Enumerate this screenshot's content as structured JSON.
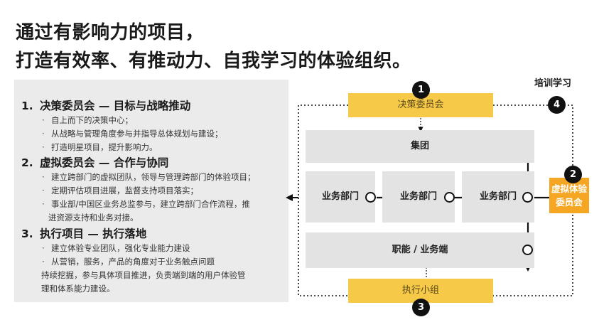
{
  "title": {
    "line1": "通过有影响力的项目，",
    "line2": "打造有效率、有推动力、自我学习的体验组织。"
  },
  "sections": [
    {
      "num": "1.",
      "heading": "决策委员会 — 目标与战略推动",
      "bullets": [
        "自上而下的决策中心；",
        "从战略与管理角度参与并指导总体规划与建设；",
        "打造明星项目，提升影响力。"
      ]
    },
    {
      "num": "2.",
      "heading": "虚拟委员会 — 合作与协同",
      "bullets": [
        "建立跨部门的虚拟团队，领导与管理跨部门的体验项目；",
        "定期评估项目进展，监督支持项目落实；",
        "事业部/中国区业务总监参与，建立跨部门合作流程，推",
        "进资源支持和业务对接。"
      ]
    },
    {
      "num": "3.",
      "heading": "执行项目 — 执行落地",
      "bullets": [
        "建立体验专业团队，强化专业能力建设",
        "从营销，服务，产品的角度对于业务触点问题",
        "持续挖掘，参与具体项目推进，负责端到端的用户体验管",
        "理和体系能力建设。"
      ]
    }
  ],
  "diagram": {
    "decision_committee": "决策委员会",
    "group": "集团",
    "business_dept": "业务部门",
    "function_business": "职能 / 业务端",
    "execution_team": "执行小组",
    "virtual_committee_line1": "虚拟体验",
    "virtual_committee_line2": "委员会",
    "learning_label": "培训学习",
    "badges": [
      "1",
      "2",
      "3",
      "4"
    ]
  },
  "colors": {
    "yellow": "#f7c948",
    "orange": "#f5a623",
    "panel_gray": "#ebebeb",
    "box_gray": "#e3e3e3",
    "dark": "#111111"
  },
  "icons": {
    "bullet": "middle-dot",
    "left_arrow": "arrow-left-icon"
  }
}
